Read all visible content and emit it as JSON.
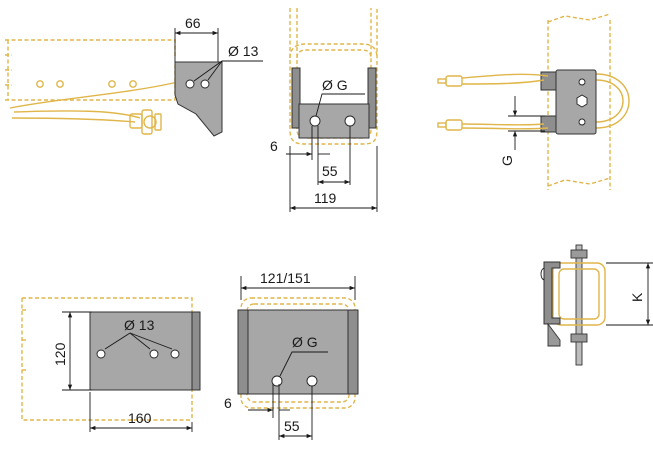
{
  "labels": {
    "v1_width": "66",
    "v1_hole": "Ø 13",
    "v2_hole": "Ø G",
    "v2_offset": "6",
    "v2_spacing": "55",
    "v2_width": "119",
    "v3_gap": "G",
    "v4_height": "120",
    "v4_hole": "Ø 13",
    "v4_width": "160",
    "v5_width": "121/151",
    "v5_hole": "Ø G",
    "v5_offset": "6",
    "v5_spacing": "55",
    "v6_height": "K"
  },
  "colors": {
    "profile": "#e0b64a",
    "plate": "#a7a7a7",
    "line": "#1a1a1a"
  }
}
